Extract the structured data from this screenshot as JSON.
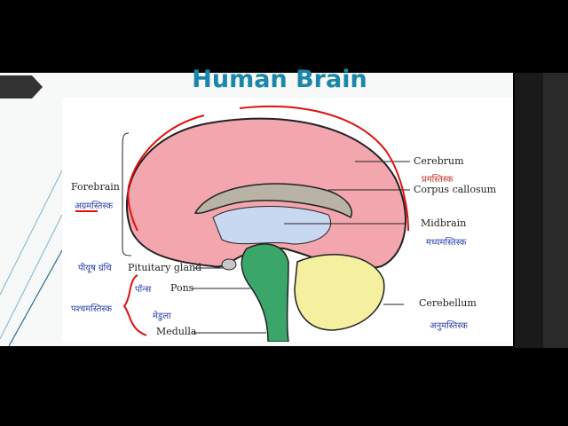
{
  "title": "Human Brain",
  "labels": {
    "forebrain": "Forebrain",
    "cerebrum": "Cerebrum",
    "corpus_callosum": "Corpus callosum",
    "midbrain": "Midbrain",
    "pituitary": "Pituitary gland",
    "pons": "Pons",
    "medulla": "Medulla",
    "cerebellum": "Cerebellum"
  },
  "hindi": {
    "forebrain": "अग्रमस्तिस्क",
    "cerebrum": "प्रमस्तिस्क",
    "midbrain": "मध्यमस्तिस्क",
    "pituitary": "पीयूष ग्रंथि",
    "pons": "पॉन्स",
    "medulla": "मेडुला",
    "hindbrain": "पश्चमस्तिस्क",
    "cerebellum": "अनुमस्तिस्क"
  },
  "colors": {
    "title": "#1a86a8",
    "cerebrum": "#f4a6ae",
    "ventricle": "#c8d8f0",
    "brainstem": "#3aa66a",
    "cerebellum": "#f4f0a0",
    "annotation": "#e01010"
  }
}
